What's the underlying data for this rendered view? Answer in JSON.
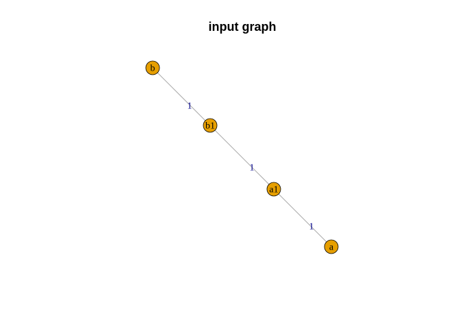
{
  "title": "input graph",
  "style": {
    "node_fill": "#E69F00",
    "node_stroke": "#000000",
    "edge_color": "#A9A9A9",
    "edge_label_color": "#00008B"
  },
  "nodes": [
    {
      "id": "b",
      "label": "b"
    },
    {
      "id": "b1",
      "label": "b1"
    },
    {
      "id": "a1",
      "label": "a1"
    },
    {
      "id": "a",
      "label": "a"
    }
  ],
  "edges": [
    {
      "from": "b",
      "to": "b1",
      "label": "1"
    },
    {
      "from": "b1",
      "to": "a1",
      "label": "1"
    },
    {
      "from": "a1",
      "to": "a",
      "label": "1"
    }
  ]
}
